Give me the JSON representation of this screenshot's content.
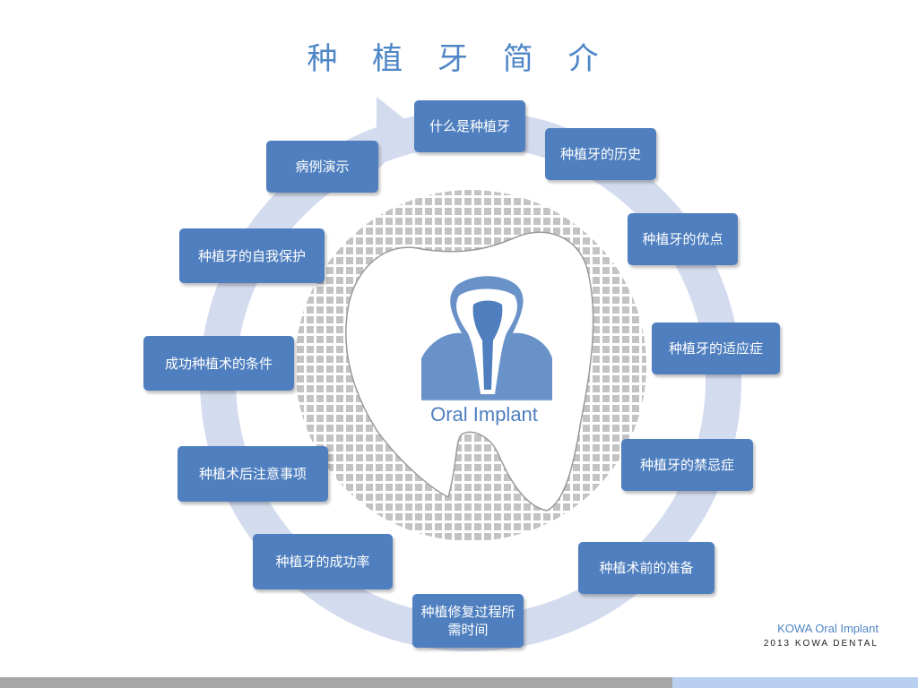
{
  "title": "种 植 牙 简 介",
  "topics": [
    "什么是种植牙",
    "种植牙的历史",
    "种植牙的优点",
    "种植牙的适应症",
    "种植牙的禁忌症",
    "种植术前的准备",
    "种植修复过程所需时间",
    "种植牙的成功率",
    "种植术后注意事项",
    "成功种植术的条件",
    "种植牙的自我保护",
    "病例演示"
  ],
  "logo_text": "Oral Implant",
  "footer": {
    "brand_line1": "KOWA  Oral Implant",
    "brand_line2": "2013 KOWA DENTAL"
  },
  "colors": {
    "box": "#4f7fbf",
    "ring": "#d3dbee",
    "dots": "#c3c3c3",
    "title": "#4f86c6"
  }
}
